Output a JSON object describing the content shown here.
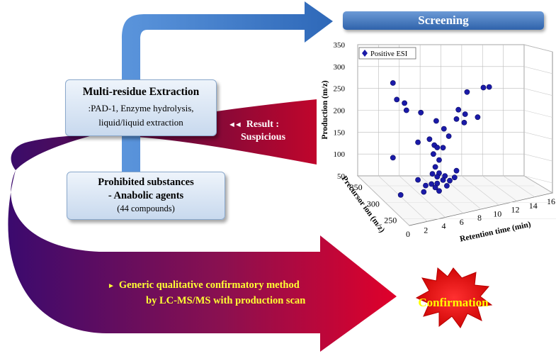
{
  "screening_label": "Screening",
  "extraction": {
    "title": "Multi-residue Extraction",
    "line1": ":PAD-1, Enzyme hydrolysis,",
    "line2": "liquid/liquid extraction"
  },
  "substances": {
    "line1": "Prohibited substances",
    "line2": "- Anabolic agents",
    "line3": "(44 compounds)"
  },
  "result": {
    "arrows": "◄◄",
    "line1": "Result :",
    "line2": "Suspicious"
  },
  "method": {
    "bullet": "►",
    "line1": "Generic qualitative confirmatory method",
    "line2": "by LC-MS/MS with production scan"
  },
  "confirmation_label": "Confirmation",
  "colors": {
    "blue_arrow": "#3f7fd0",
    "ribbon_dark": "#3b0a6e",
    "ribbon_red": "#e0002a",
    "method_text": "#ffff33",
    "star": "#ee1111",
    "points": "#1a1aa8"
  },
  "chart_data": {
    "type": "scatter",
    "projection": "3d",
    "legend": "Positive ESI",
    "legend_position": "top-left",
    "xlabel": "Retention time (min)",
    "ylabel": "Precursor ion (m/z)",
    "zlabel": "Production (m/z)",
    "xticks": [
      "0",
      "2",
      "4",
      "6",
      "8",
      "10",
      "12",
      "14",
      "16"
    ],
    "yticks": [
      "250",
      "300",
      "350"
    ],
    "zticks": [
      "50",
      "100",
      "150",
      "200",
      "250",
      "300",
      "350"
    ],
    "xlim": [
      0,
      16
    ],
    "ylim": [
      230,
      380
    ],
    "zlim": [
      50,
      350
    ],
    "grid": true,
    "points": [
      {
        "x": 0.8,
        "y": 300,
        "z": 321
      },
      {
        "x": 1.2,
        "y": 300,
        "z": 282
      },
      {
        "x": 2.0,
        "y": 300,
        "z": 272
      },
      {
        "x": 2.2,
        "y": 300,
        "z": 255
      },
      {
        "x": 0.8,
        "y": 300,
        "z": 150
      },
      {
        "x": 3.7,
        "y": 300,
        "z": 246
      },
      {
        "x": 3.4,
        "y": 300,
        "z": 179
      },
      {
        "x": 4.6,
        "y": 300,
        "z": 183
      },
      {
        "x": 5.3,
        "y": 300,
        "z": 223
      },
      {
        "x": 5.1,
        "y": 300,
        "z": 168
      },
      {
        "x": 5.4,
        "y": 300,
        "z": 162
      },
      {
        "x": 6.0,
        "y": 300,
        "z": 160
      },
      {
        "x": 6.1,
        "y": 300,
        "z": 203
      },
      {
        "x": 6.6,
        "y": 300,
        "z": 185
      },
      {
        "x": 7.4,
        "y": 300,
        "z": 222
      },
      {
        "x": 7.6,
        "y": 300,
        "z": 243
      },
      {
        "x": 8.2,
        "y": 300,
        "z": 212
      },
      {
        "x": 8.3,
        "y": 300,
        "z": 231
      },
      {
        "x": 9.6,
        "y": 300,
        "z": 221
      },
      {
        "x": 8.5,
        "y": 300,
        "z": 281
      },
      {
        "x": 10.2,
        "y": 300,
        "z": 287
      },
      {
        "x": 10.8,
        "y": 300,
        "z": 287
      },
      {
        "x": 5.0,
        "y": 300,
        "z": 148
      },
      {
        "x": 5.6,
        "y": 300,
        "z": 133
      },
      {
        "x": 5.2,
        "y": 300,
        "z": 118
      },
      {
        "x": 5.6,
        "y": 300,
        "z": 103
      },
      {
        "x": 4.9,
        "y": 300,
        "z": 103
      },
      {
        "x": 5.4,
        "y": 300,
        "z": 95
      },
      {
        "x": 6.2,
        "y": 300,
        "z": 95
      },
      {
        "x": 6.0,
        "y": 300,
        "z": 86
      },
      {
        "x": 5.4,
        "y": 300,
        "z": 80
      },
      {
        "x": 6.7,
        "y": 300,
        "z": 83
      },
      {
        "x": 7.4,
        "y": 300,
        "z": 104
      },
      {
        "x": 7.2,
        "y": 300,
        "z": 89
      },
      {
        "x": 3.4,
        "y": 300,
        "z": 93
      },
      {
        "x": 4.8,
        "y": 300,
        "z": 80
      },
      {
        "x": 4.2,
        "y": 300,
        "z": 78
      },
      {
        "x": 5.2,
        "y": 300,
        "z": 71
      },
      {
        "x": 6.4,
        "y": 300,
        "z": 72
      },
      {
        "x": 4.0,
        "y": 300,
        "z": 64
      },
      {
        "x": 5.6,
        "y": 300,
        "z": 62
      },
      {
        "x": 1.6,
        "y": 300,
        "z": 63
      }
    ]
  }
}
